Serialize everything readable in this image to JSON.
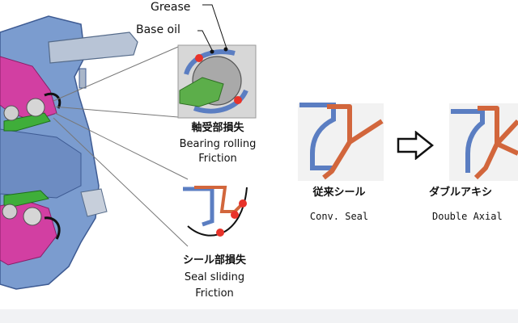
{
  "labels": {
    "grease": "Grease",
    "base_oil": "Base oil",
    "bearing_jp": "軸受部損失",
    "bearing_en_1": "Bearing rolling",
    "bearing_en_2": "Friction",
    "seal_jp": "シール部損失",
    "seal_en_1": "Seal sliding",
    "seal_en_2": "Friction",
    "conv_jp": "従来シール",
    "conv_en": "Conv. Seal",
    "axial_jp": "ダブルアキシ",
    "axial_en": "Double Axial"
  },
  "colors": {
    "housing_blue": "#7b9ccf",
    "housing_dark": "#4f6ea8",
    "hub_magenta": "#d23fa2",
    "cage_green": "#3fae3a",
    "roller_gray": "#cfcfcf",
    "seal_orange": "#d2663c",
    "seal_blue": "#5b7ec2",
    "highlight_red": "#e8332a",
    "inset_bg": "#d7d7d7",
    "band_gray": "#f1f2f4"
  }
}
